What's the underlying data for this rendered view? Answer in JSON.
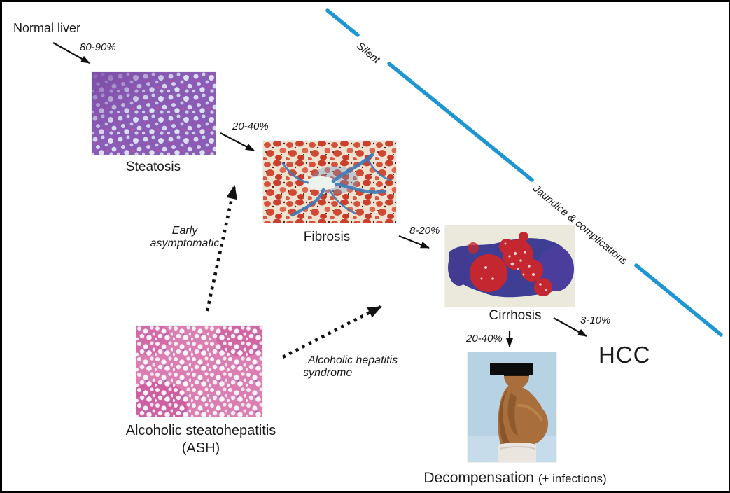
{
  "stages": {
    "normal_liver": "Normal liver",
    "steatosis": "Steatosis",
    "fibrosis": "Fibrosis",
    "cirrhosis": "Cirrhosis",
    "ash_line1": "Alcoholic steatohepatitis",
    "ash_line2": "(ASH)",
    "decompensation": "Decompensation",
    "decompensation_note": "(+ infections)",
    "hcc": "HCC"
  },
  "rates": {
    "normal_to_steatosis": "80-90%",
    "steatosis_to_fibrosis": "20-40%",
    "fibrosis_to_cirrhosis": "8-20%",
    "cirrhosis_to_hcc": "3-10%",
    "cirrhosis_to_decompensation": "20-40%"
  },
  "annotations": {
    "early_1": "Early",
    "early_2": "asymptomatic",
    "ahs_1": "Alcoholic hepatitis",
    "ahs_2": "syndrome",
    "timeline_silent": "Silent",
    "timeline_jaundice": "Jaundice & complications"
  },
  "colors": {
    "timeline_blue": "#1e96d2",
    "arrow_black": "#111111",
    "steatosis_base": "#8a5cb5",
    "fibrosis_base": "#ece2cf",
    "fibrosis_blue": "#3d7ab8",
    "cirrhosis_band": "#3e3e94",
    "cirrhosis_red": "#c42730",
    "ash_base": "#db7fb2",
    "photo_background": "#b6d2e3"
  }
}
